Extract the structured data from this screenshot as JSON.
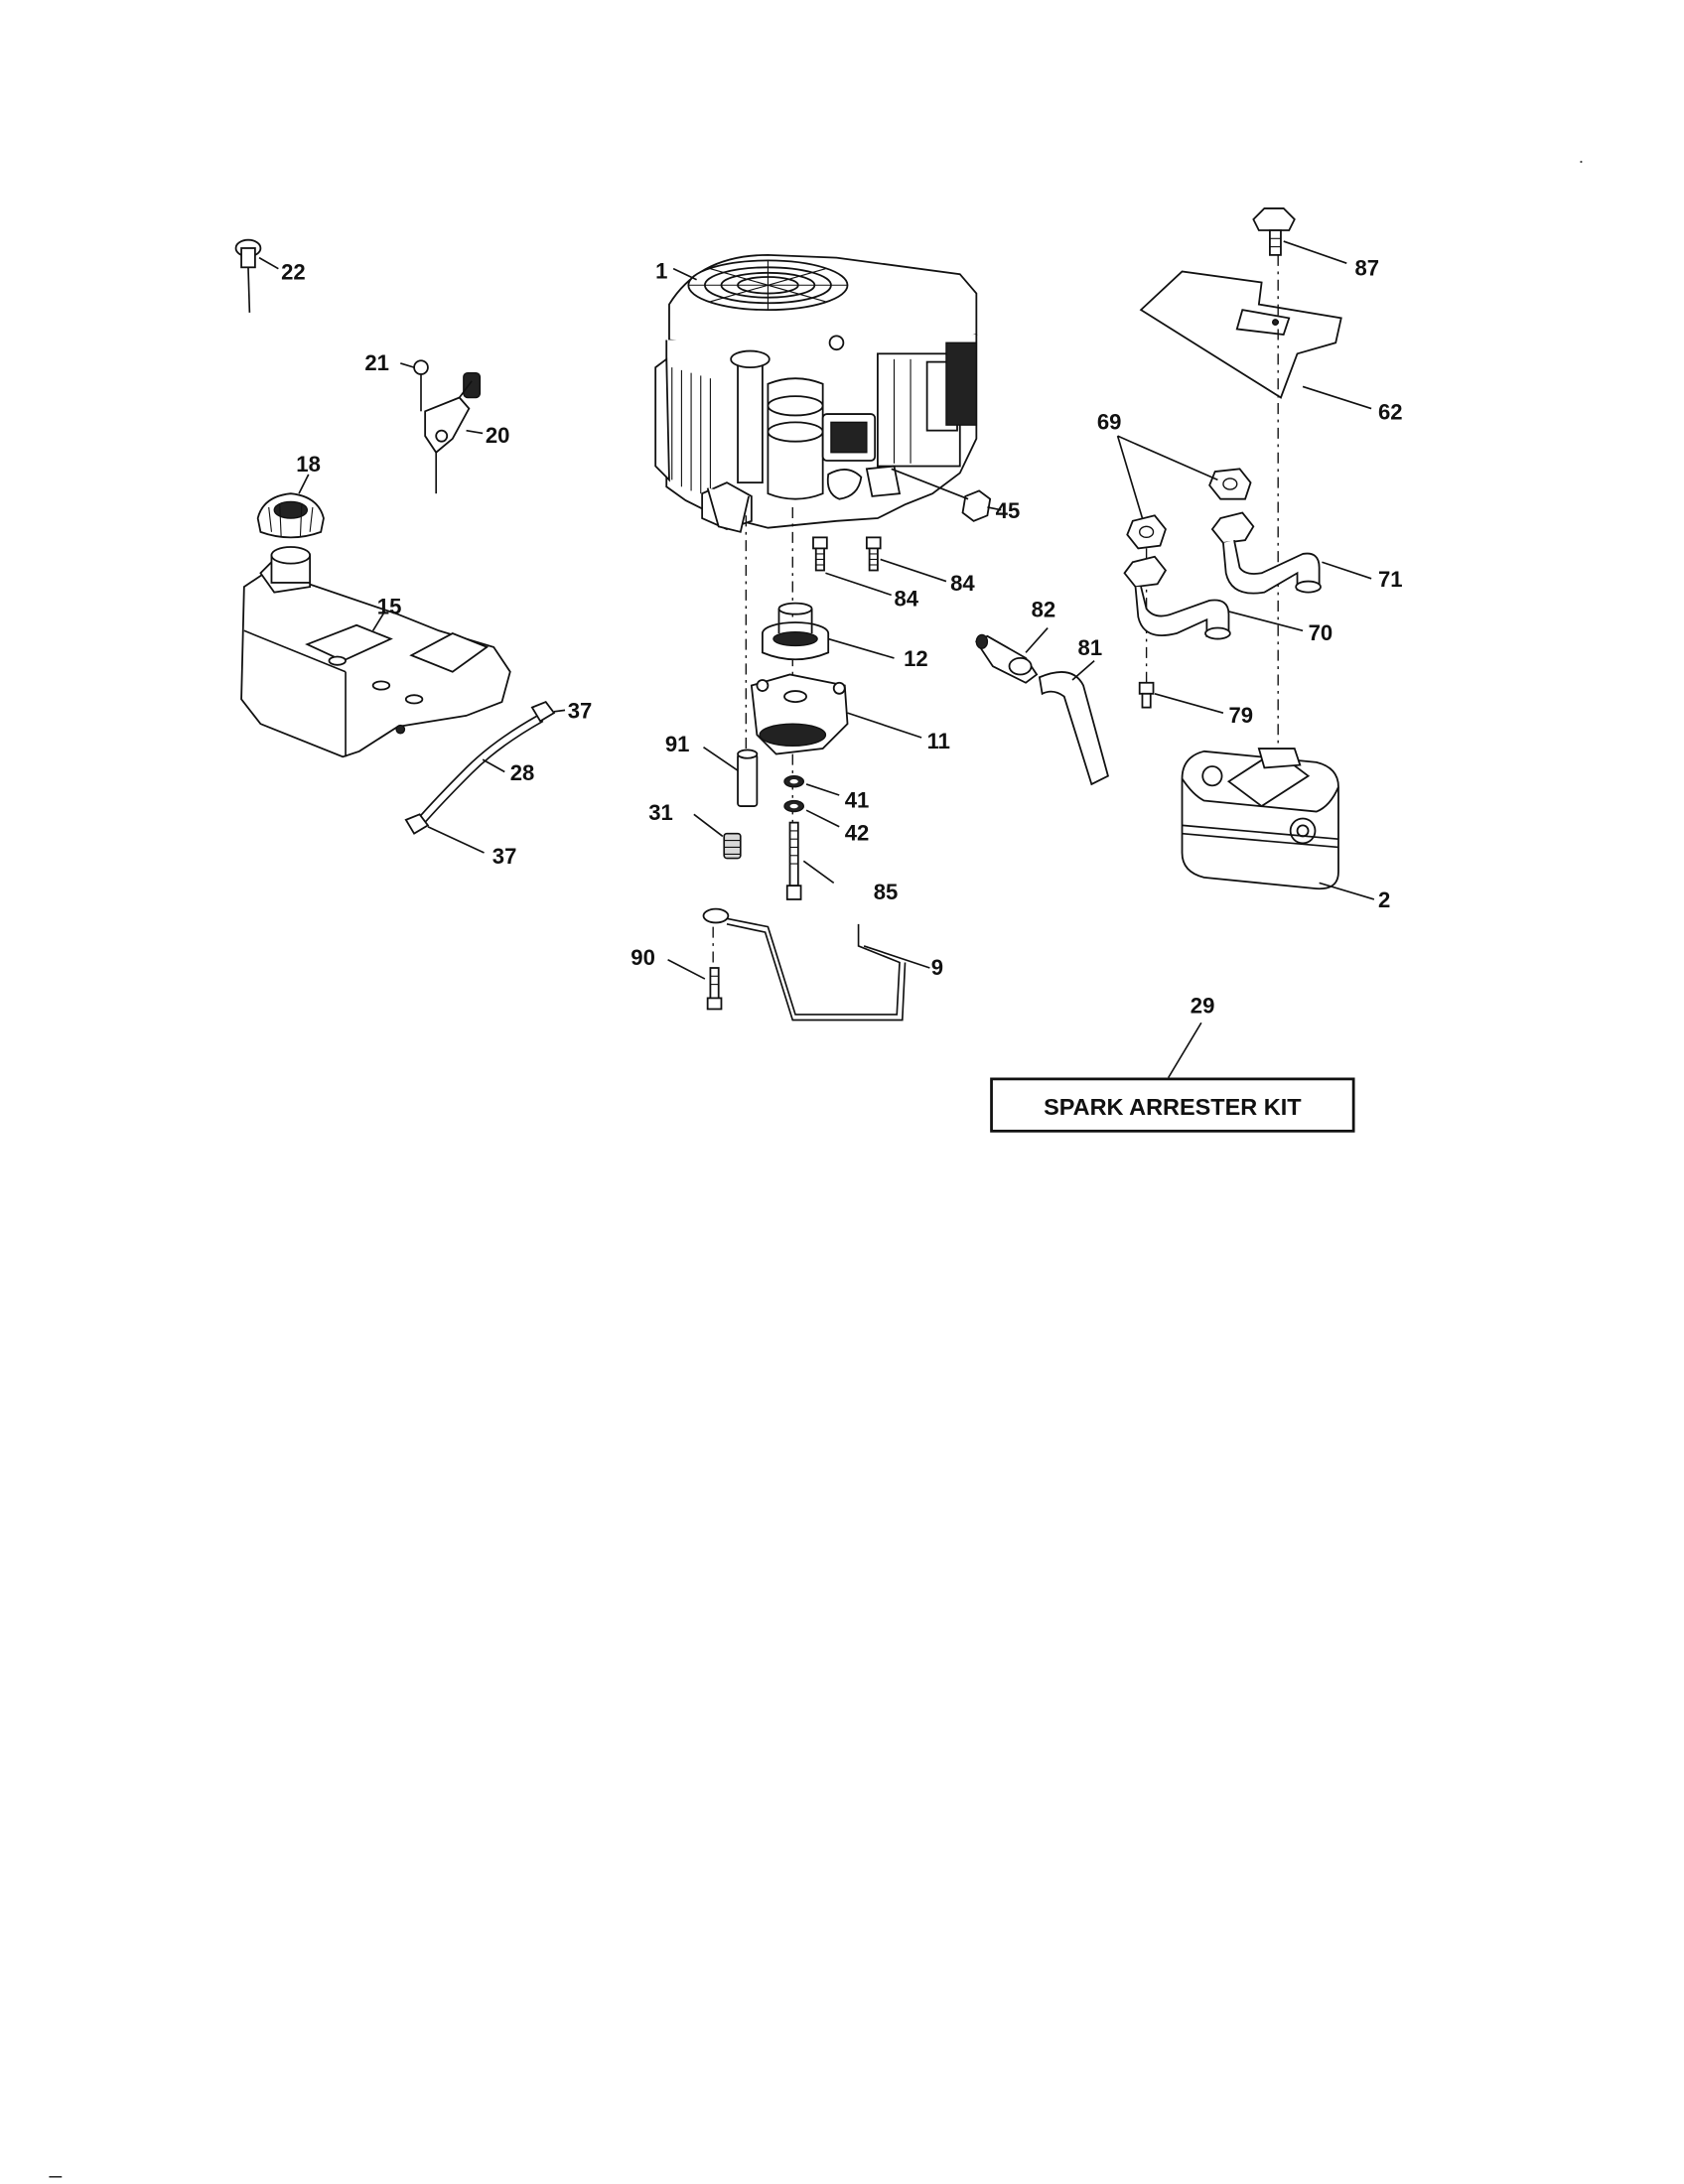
{
  "callouts": {
    "c1": "1",
    "c2": "2",
    "c9": "9",
    "c11": "11",
    "c12": "12",
    "c15": "15",
    "c18": "18",
    "c20": "20",
    "c21": "21",
    "c22": "22",
    "c28": "28",
    "c29": "29",
    "c31": "31",
    "c37a": "37",
    "c37b": "37",
    "c41": "41",
    "c42": "42",
    "c45": "45",
    "c62": "62",
    "c69": "69",
    "c70": "70",
    "c71": "71",
    "c79": "79",
    "c81": "81",
    "c82": "82",
    "c84a": "84",
    "c84b": "84",
    "c85": "85",
    "c87": "87",
    "c90": "90",
    "c91": "91"
  },
  "kit_box": {
    "label": "SPARK ARRESTER KIT"
  },
  "footer_mark": "_"
}
